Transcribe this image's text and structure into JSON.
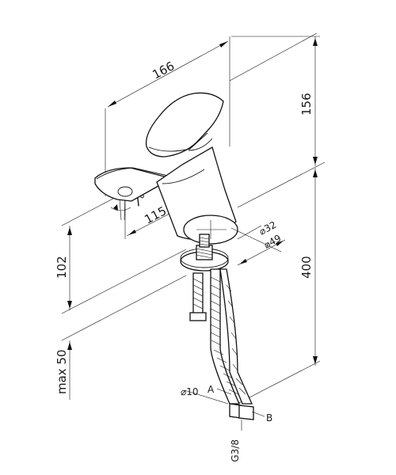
{
  "dimensions": {
    "width_total": "166",
    "height_top": "156",
    "spout_reach": "115",
    "spout_angle": "7°",
    "outlet_diameter_small": "⌀32",
    "outlet_diameter_large": "⌀49",
    "height_spout": "102",
    "height_total": "400",
    "max_worktop": "max 50",
    "hose_diameter": "⌀10",
    "thread": "G3/8"
  },
  "labels": {
    "hose_a": "A",
    "hose_b": "B"
  }
}
